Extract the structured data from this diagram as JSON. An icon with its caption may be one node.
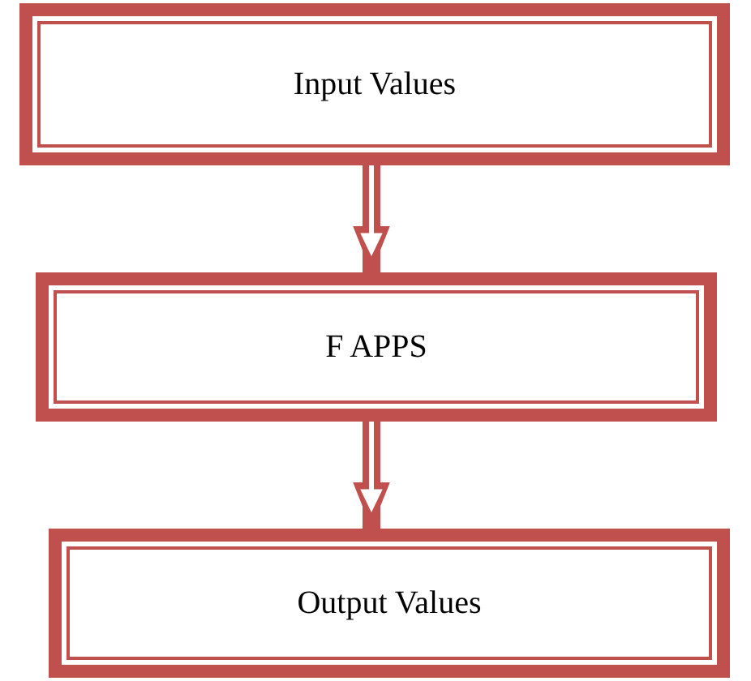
{
  "diagram": {
    "nodes": [
      {
        "text": [
          "Input Values"
        ]
      },
      {
        "text": [
          "F APPS"
        ]
      },
      {
        "text": [
          "Output Values"
        ]
      }
    ],
    "edges": [
      {
        "from": 0,
        "to": 1,
        "arrow": "to"
      },
      {
        "from": 1,
        "to": 2,
        "arrow": "to"
      }
    ]
  }
}
